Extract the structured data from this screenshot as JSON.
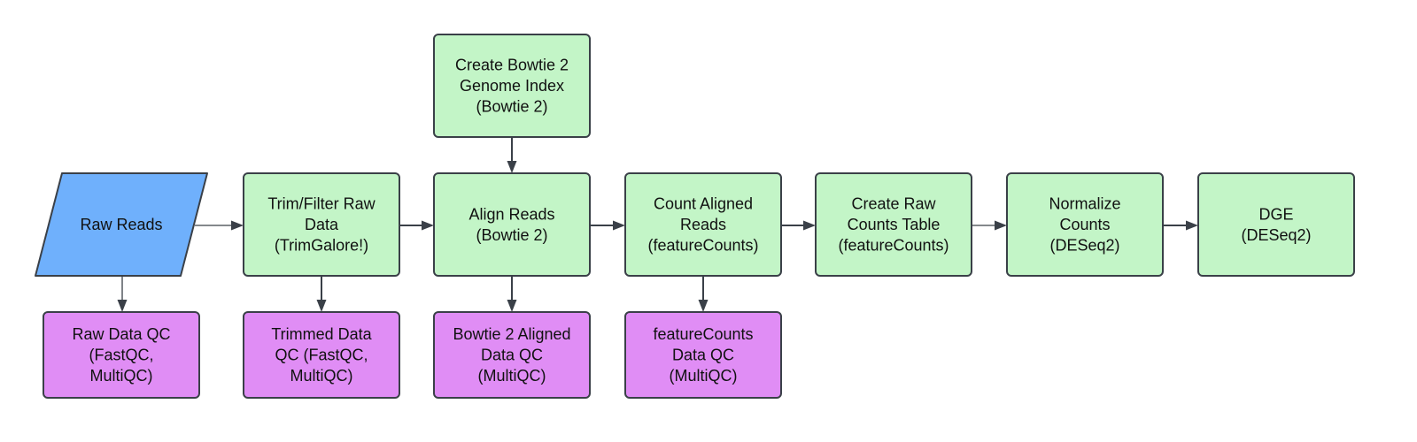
{
  "diagram": {
    "colors": {
      "process": "#c3f5c7",
      "qc": "#e08df5",
      "input": "#6fb0fc",
      "stroke": "#3a4048"
    },
    "nodes": [
      {
        "id": "raw-reads",
        "kind": "input",
        "lines": [
          "Raw Reads"
        ]
      },
      {
        "id": "trim-filter",
        "kind": "process",
        "lines": [
          "Trim/Filter Raw",
          "Data",
          "(TrimGalore!)"
        ]
      },
      {
        "id": "create-index",
        "kind": "process",
        "lines": [
          "Create Bowtie 2",
          "Genome Index",
          "(Bowtie 2)"
        ]
      },
      {
        "id": "align-reads",
        "kind": "process",
        "lines": [
          "Align Reads",
          "(Bowtie 2)"
        ]
      },
      {
        "id": "count-aligned",
        "kind": "process",
        "lines": [
          "Count Aligned",
          "Reads",
          "(featureCounts)"
        ]
      },
      {
        "id": "counts-table",
        "kind": "process",
        "lines": [
          "Create Raw",
          "Counts Table",
          "(featureCounts)"
        ]
      },
      {
        "id": "normalize",
        "kind": "process",
        "lines": [
          "Normalize",
          "Counts",
          "(DESeq2)"
        ]
      },
      {
        "id": "dge",
        "kind": "process",
        "lines": [
          "DGE",
          "(DESeq2)"
        ]
      },
      {
        "id": "raw-qc",
        "kind": "qc",
        "lines": [
          "Raw Data QC",
          "(FastQC,",
          "MultiQC)"
        ]
      },
      {
        "id": "trimmed-qc",
        "kind": "qc",
        "lines": [
          "Trimmed Data",
          "QC (FastQC,",
          "MultiQC)"
        ]
      },
      {
        "id": "aligned-qc",
        "kind": "qc",
        "lines": [
          "Bowtie 2 Aligned",
          "Data QC",
          "(MultiQC)"
        ]
      },
      {
        "id": "featurecounts-qc",
        "kind": "qc",
        "lines": [
          "featureCounts",
          "Data QC",
          "(MultiQC)"
        ]
      }
    ],
    "edges": [
      {
        "from": "raw-reads",
        "to": "trim-filter",
        "weight": "thin"
      },
      {
        "from": "trim-filter",
        "to": "align-reads",
        "weight": "normal"
      },
      {
        "from": "create-index",
        "to": "align-reads",
        "weight": "normal"
      },
      {
        "from": "align-reads",
        "to": "count-aligned",
        "weight": "normal"
      },
      {
        "from": "count-aligned",
        "to": "counts-table",
        "weight": "normal"
      },
      {
        "from": "counts-table",
        "to": "normalize",
        "weight": "thin"
      },
      {
        "from": "normalize",
        "to": "dge",
        "weight": "normal"
      },
      {
        "from": "raw-reads",
        "to": "raw-qc",
        "weight": "thin"
      },
      {
        "from": "trim-filter",
        "to": "trimmed-qc",
        "weight": "normal"
      },
      {
        "from": "align-reads",
        "to": "aligned-qc",
        "weight": "normal"
      },
      {
        "from": "count-aligned",
        "to": "featurecounts-qc",
        "weight": "normal"
      }
    ]
  }
}
